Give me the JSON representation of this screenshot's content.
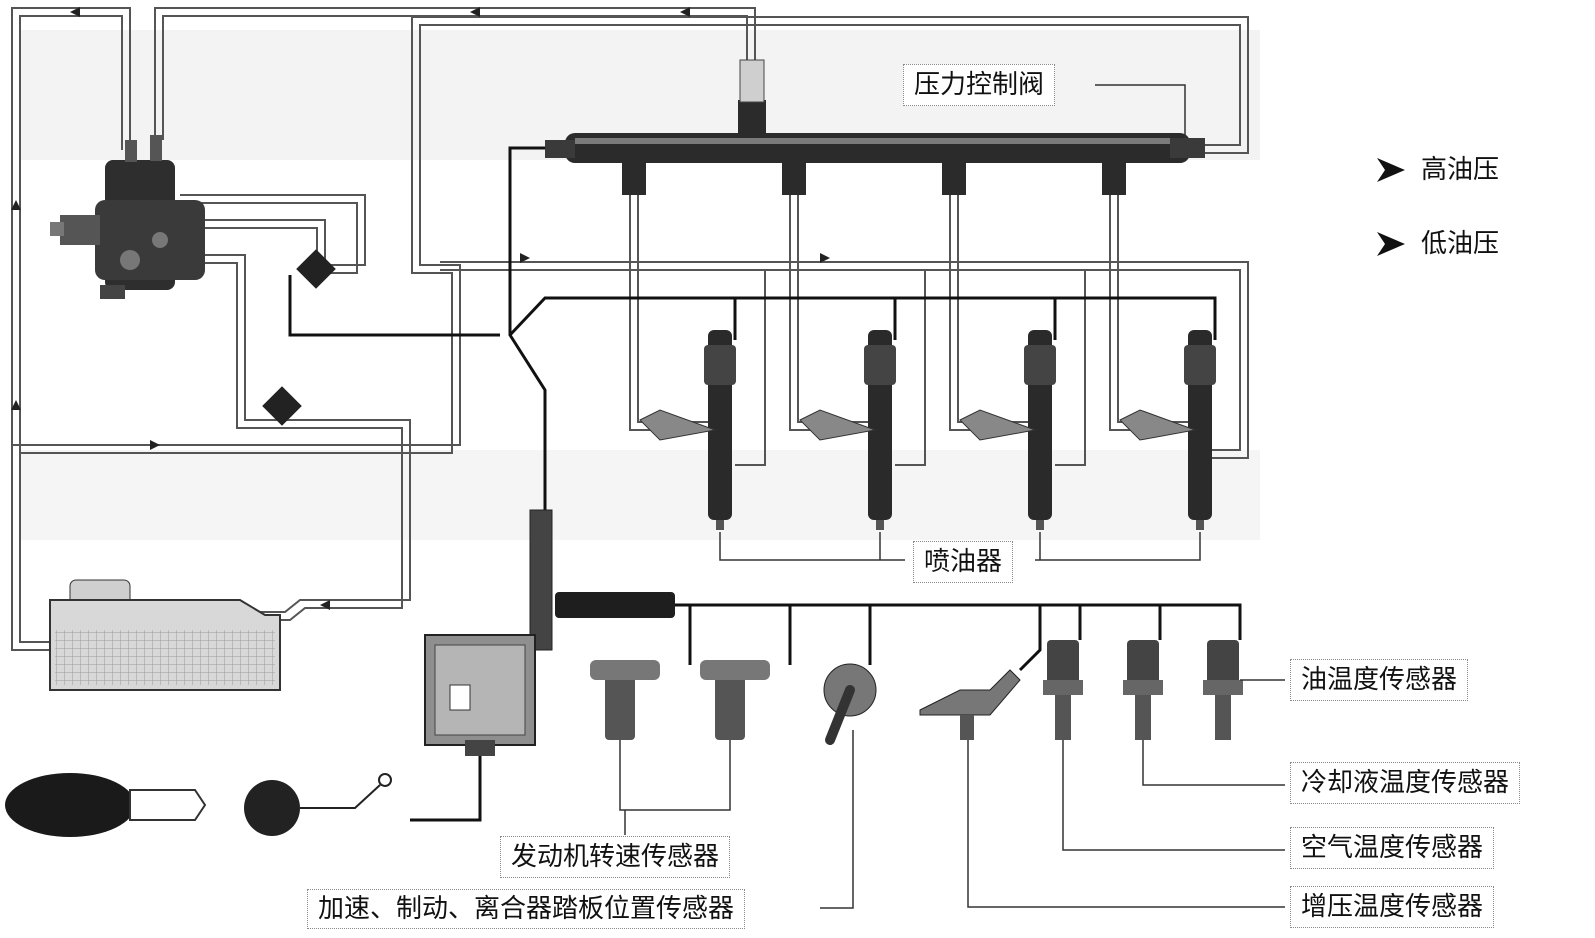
{
  "legend": {
    "high_pressure": "高油压",
    "low_pressure": "低油压"
  },
  "labels": {
    "pressure_control_valve": "压力控制阀",
    "injector": "喷油器",
    "oil_temp_sensor": "油温度传感器",
    "coolant_temp_sensor": "冷却液温度传感器",
    "air_temp_sensor": "空气温度传感器",
    "boost_temp_sensor": "增压温度传感器",
    "engine_speed_sensor": "发动机转速传感器",
    "pedal_position_sensor": "加速、制动、离合器踏板位置传感器"
  }
}
